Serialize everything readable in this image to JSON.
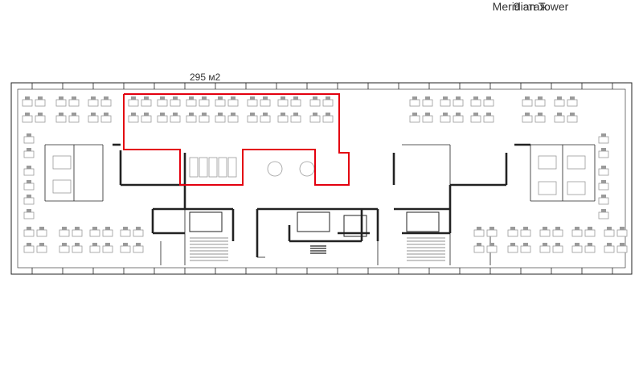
{
  "header": {
    "building": "Meridian Tower",
    "floor": "9 этаж"
  },
  "highlight": {
    "area": "295 м2",
    "color": "#e3000f"
  },
  "plan": {
    "wall_color": "#222222",
    "furniture_color": "#9a9a9a"
  }
}
